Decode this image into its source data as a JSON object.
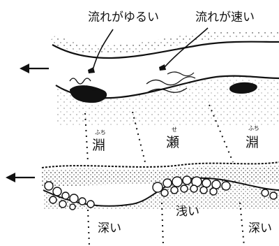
{
  "labels": {
    "slow_flow": "流れがゆるい",
    "fast_flow": "流れが速い",
    "pool_left": "淵",
    "riffle": "瀬",
    "pool_right": "淵",
    "deep_left": "深い",
    "shallow": "浅い",
    "deep_right": "深い"
  },
  "furigana": {
    "pool_left": "ふち",
    "riffle": "せ",
    "pool_right": "ふち"
  },
  "icons": {
    "flow_arrow_top": "arrow-left-icon",
    "flow_arrow_bottom": "arrow-left-icon"
  },
  "colors": {
    "ink": "#111111",
    "background": "#ffffff"
  }
}
